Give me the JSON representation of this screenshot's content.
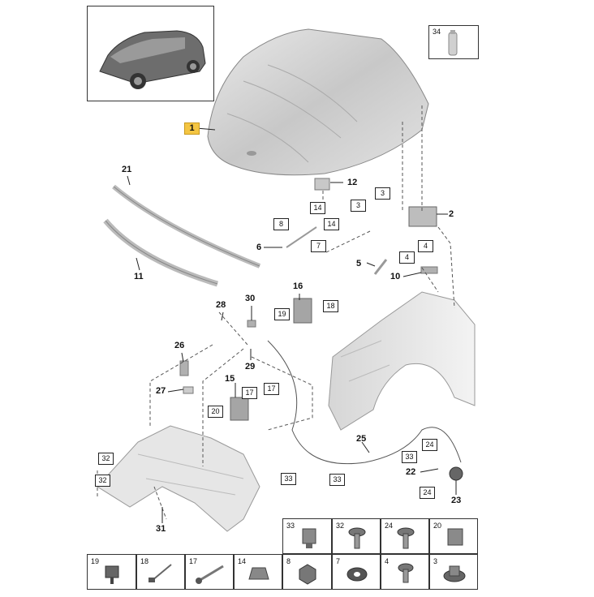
{
  "diagram": {
    "callouts": [
      {
        "id": "1",
        "highlight": true
      },
      {
        "id": "2"
      },
      {
        "id": "3a",
        "text": "3"
      },
      {
        "id": "3b",
        "text": "3"
      },
      {
        "id": "4a",
        "text": "4"
      },
      {
        "id": "4b",
        "text": "4"
      },
      {
        "id": "5"
      },
      {
        "id": "6"
      },
      {
        "id": "7"
      },
      {
        "id": "8"
      },
      {
        "id": "10"
      },
      {
        "id": "11"
      },
      {
        "id": "12"
      },
      {
        "id": "14a",
        "text": "14"
      },
      {
        "id": "14b",
        "text": "14"
      },
      {
        "id": "15"
      },
      {
        "id": "16"
      },
      {
        "id": "17a",
        "text": "17"
      },
      {
        "id": "17b",
        "text": "17"
      },
      {
        "id": "18"
      },
      {
        "id": "19"
      },
      {
        "id": "20"
      },
      {
        "id": "21"
      },
      {
        "id": "22"
      },
      {
        "id": "23"
      },
      {
        "id": "24a",
        "text": "24"
      },
      {
        "id": "24b",
        "text": "24"
      },
      {
        "id": "25"
      },
      {
        "id": "26"
      },
      {
        "id": "27"
      },
      {
        "id": "28"
      },
      {
        "id": "29"
      },
      {
        "id": "30"
      },
      {
        "id": "31"
      },
      {
        "id": "32a",
        "text": "32"
      },
      {
        "id": "32b",
        "text": "32"
      },
      {
        "id": "33a",
        "text": "33"
      },
      {
        "id": "33b",
        "text": "33"
      },
      {
        "id": "33c",
        "text": "33"
      },
      {
        "id": "34"
      }
    ],
    "labels": {
      "l1": "1",
      "l2": "2",
      "l3a": "3",
      "l3b": "3",
      "l4a": "4",
      "l4b": "4",
      "l5": "5",
      "l6": "6",
      "l7": "7",
      "l8": "8",
      "l10": "10",
      "l11": "11",
      "l12": "12",
      "l14a": "14",
      "l14b": "14",
      "l15": "15",
      "l16": "16",
      "l17a": "17",
      "l17b": "17",
      "l18": "18",
      "l19": "19",
      "l20": "20",
      "l21": "21",
      "l22": "22",
      "l23": "23",
      "l24a": "24",
      "l24b": "24",
      "l25": "25",
      "l26": "26",
      "l27": "27",
      "l28": "28",
      "l29": "29",
      "l30": "30",
      "l31": "31",
      "l32a": "32",
      "l32b": "32",
      "l33a": "33",
      "l33b": "33",
      "l33c": "33",
      "l34": "34"
    },
    "legend_top": [
      "33",
      "32",
      "24",
      "20"
    ],
    "legend_bottom": [
      "19",
      "18",
      "17",
      "14",
      "8",
      "7",
      "4",
      "3"
    ],
    "colors": {
      "highlight": "#f4c542",
      "line": "#222222",
      "part": "#b9b9b9",
      "dash": "#555555"
    }
  }
}
